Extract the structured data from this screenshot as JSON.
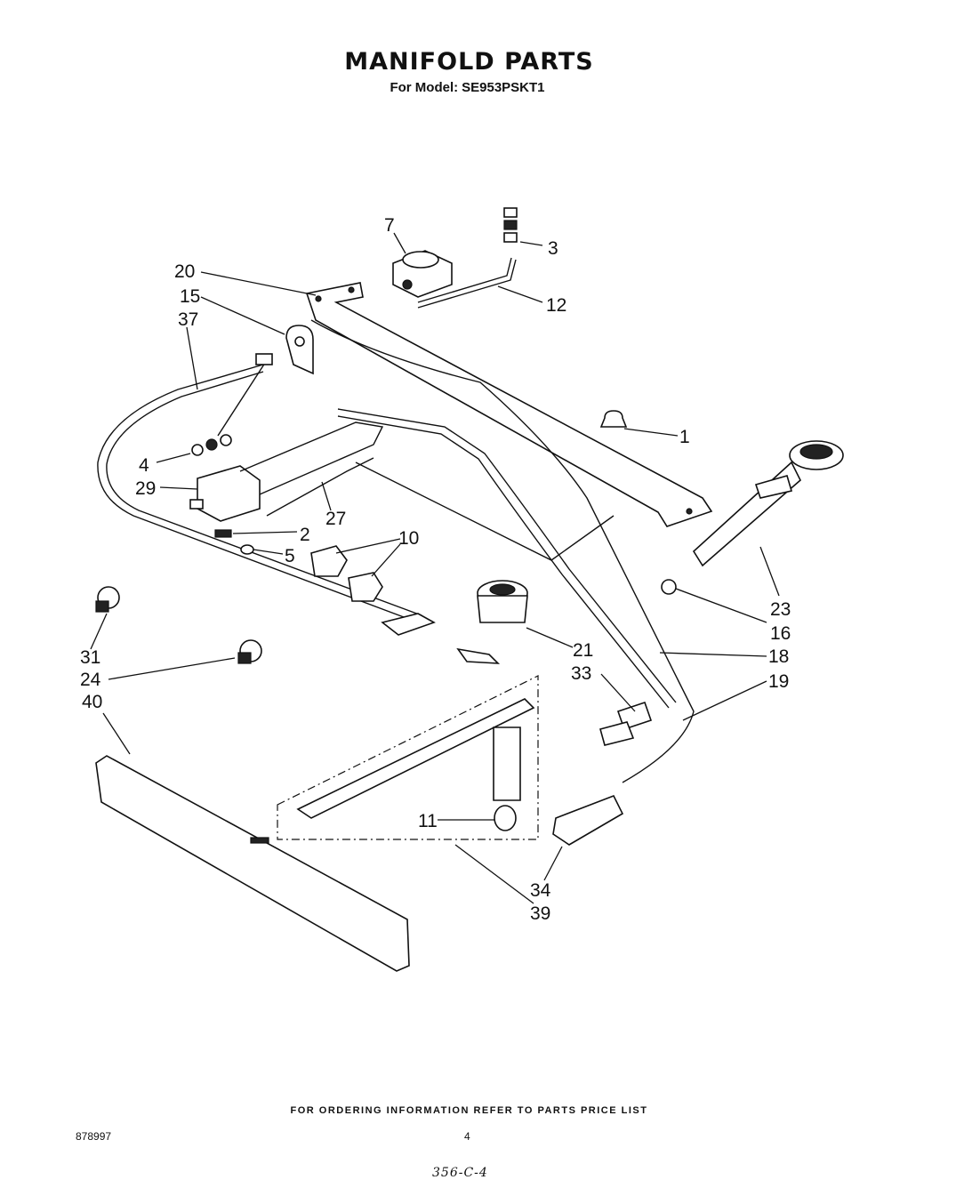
{
  "header": {
    "title": "MANIFOLD PARTS",
    "model_label": "For Model:",
    "model_number": "SE953PSKT1"
  },
  "callouts": {
    "c1": "1",
    "c2": "2",
    "c3": "3",
    "c4": "4",
    "c5": "5",
    "c7": "7",
    "c10": "10",
    "c11": "11",
    "c12": "12",
    "c15": "15",
    "c16": "16",
    "c18": "18",
    "c19": "19",
    "c20": "20",
    "c21": "21",
    "c23": "23",
    "c24": "24",
    "c27": "27",
    "c29": "29",
    "c31": "31",
    "c33": "33",
    "c34": "34",
    "c37": "37",
    "c39": "39",
    "c40": "40"
  },
  "footer": {
    "ordering_note": "FOR ORDERING INFORMATION REFER TO PARTS PRICE LIST",
    "document_number": "878997",
    "page_number": "4",
    "handwritten_note": "356-C-4"
  }
}
